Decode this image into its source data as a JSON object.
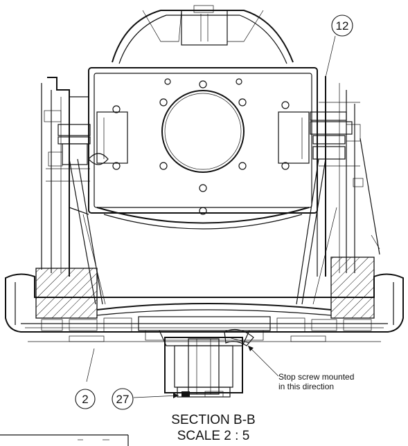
{
  "callouts": {
    "balloon_12": "12",
    "balloon_2": "2",
    "balloon_27": "27"
  },
  "annotation": {
    "line1": "Stop screw mounted",
    "line2": "in this direction"
  },
  "section": {
    "title": "SECTION B-B",
    "scale": "SCALE 2 : 5"
  },
  "colors": {
    "ink": "#111111",
    "paper": "#ffffff"
  }
}
